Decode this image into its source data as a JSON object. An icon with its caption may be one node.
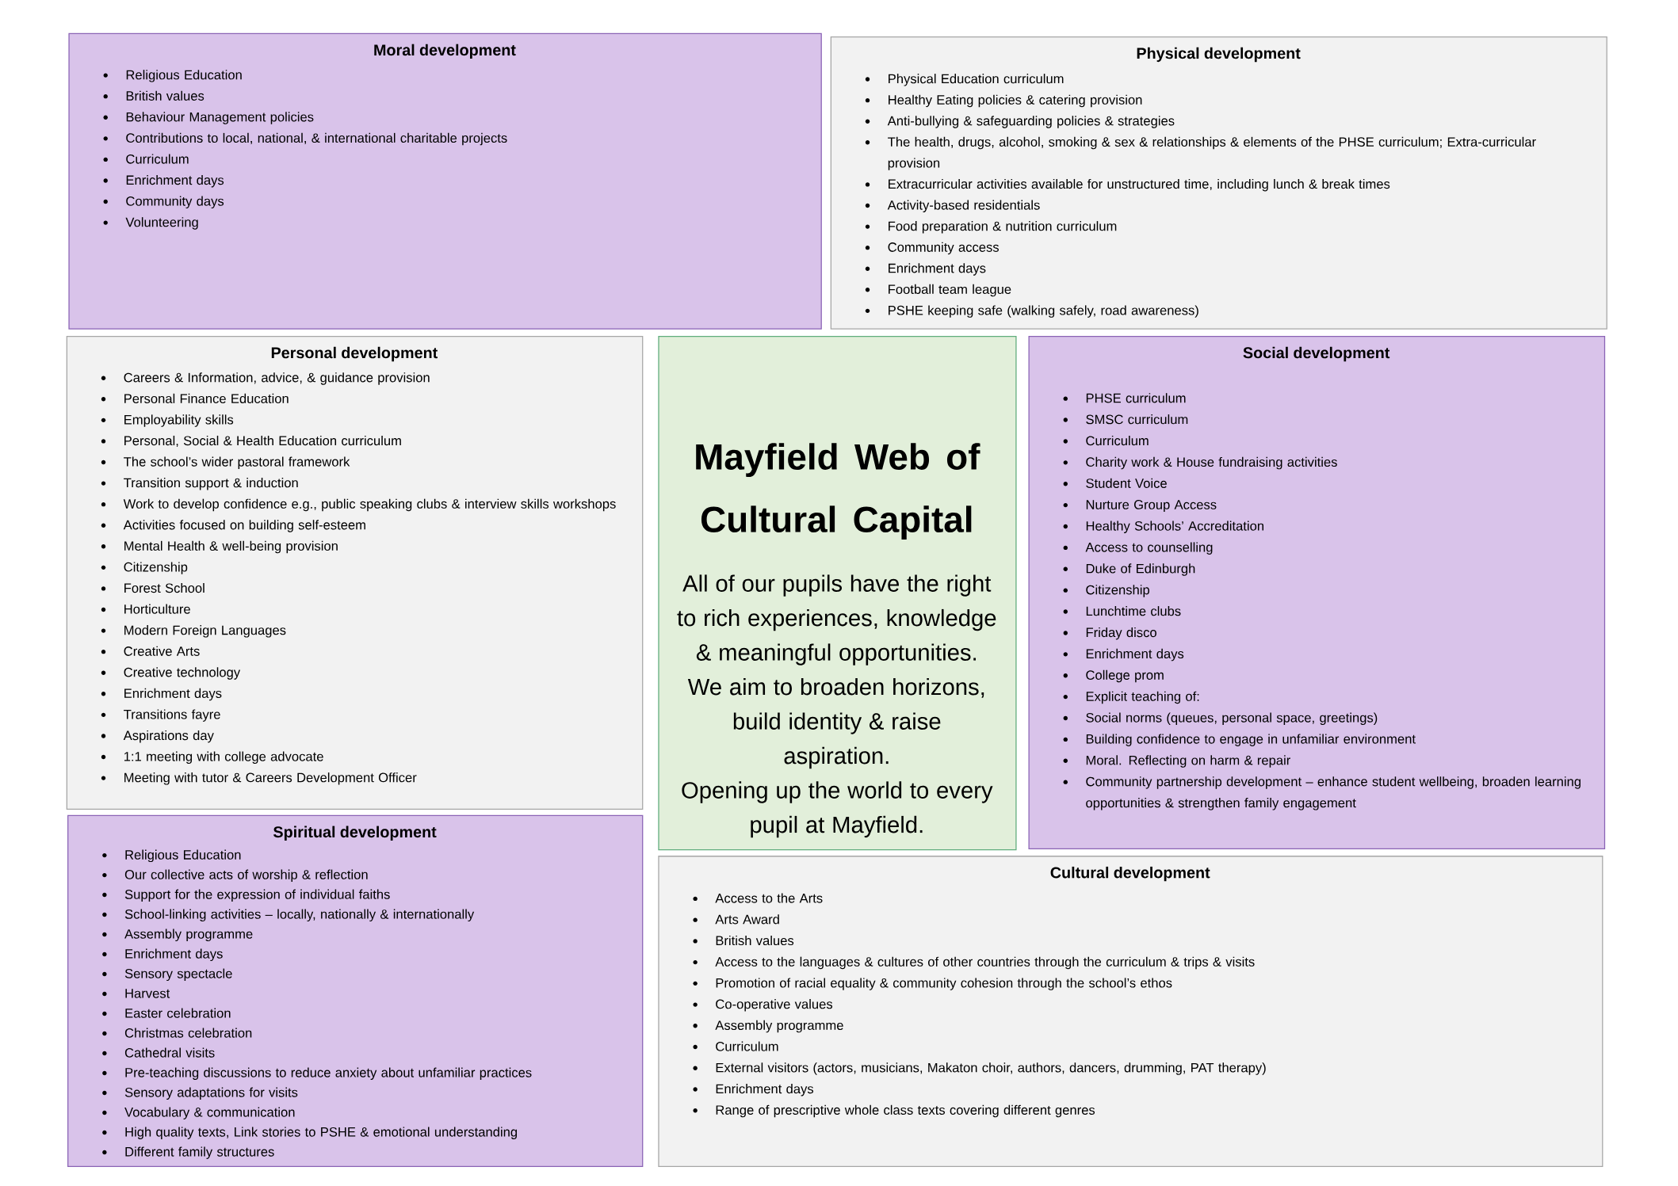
{
  "diagram": {
    "nodes": [
      {
        "text": [
          "Moral development",
          "Religious Education",
          "British values",
          "Behaviour Management policies",
          "Contributions to local, national, & international charitable projects",
          "Curriculum",
          "Enrichment days",
          "Community days",
          "Volunteering"
        ]
      },
      {
        "text": [
          "Physical development",
          "Physical Education curriculum",
          "Healthy Eating policies & catering provision",
          "Anti-bullying & safeguarding policies & strategies",
          "The health, drugs, alcohol, smoking & sex & relationships & elements of the PHSE curriculum; Extra-curricular provision",
          "Extracurricular activities available for unstructured time, including lunch & break times",
          "Activity-based residentials",
          "Food preparation & nutrition curriculum",
          "Community access",
          "Enrichment days",
          "Football team league",
          "PSHE keeping safe (walking safely, road awareness)"
        ]
      },
      {
        "text": [
          "Personal development",
          "Careers & Information, advice, & guidance provision",
          "Personal Finance Education",
          "Employability skills",
          "Personal, Social & Health Education curriculum",
          "The school’s wider pastoral framework",
          "Transition support & induction",
          "Work to develop confidence e.g., public speaking clubs & interview skills workshops",
          "Activities focused on building self-esteem",
          "Mental Health & well-being provision",
          "Citizenship",
          "Forest School",
          "Horticulture",
          "Modern Foreign Languages",
          "Creative Arts",
          "Creative technology",
          "Enrichment days",
          "Transitions fayre",
          "Aspirations day",
          "1:1 meeting with college advocate",
          "Meeting with tutor & Careers Development Officer"
        ]
      },
      {
        "text": [
          "Mayfield Web of Cultural Capital",
          "All of our pupils have the right to rich experiences, knowledge & meaningful opportunities. We aim to broaden horizons, build identity & raise aspiration.",
          "Opening up the world to every pupil at Mayfield."
        ]
      },
      {
        "text": [
          "Social development",
          "PHSE curriculum",
          "SMSC curriculum",
          "Curriculum",
          "Charity work & House fundraising activities",
          "Student Voice",
          "Nurture Group Access",
          "Healthy Schools’ Accreditation",
          "Access to counselling",
          "Duke of Edinburgh",
          "Citizenship",
          "Lunchtime clubs",
          "Friday disco",
          "Enrichment days",
          "College prom",
          "Explicit teaching of:",
          "Social norms (queues, personal space, greetings)",
          "Building confidence to engage in unfamiliar environment",
          "Moral. Reflecting on harm & repair",
          "Community partnership development – enhance student wellbeing, broaden learning opportunities & strengthen family engagement"
        ]
      },
      {
        "text": [
          "Spiritual development",
          "Religious Education",
          "Our collective acts of worship & reflection",
          "Support for the expression of individual faiths",
          "School-linking activities – locally, nationally & internationally",
          "Assembly programme",
          "Enrichment days",
          "Sensory spectacle",
          "Harvest",
          "Easter celebration",
          "Christmas celebration",
          "Cathedral visits",
          "Pre-teaching discussions to reduce anxiety about unfamiliar practices",
          "Sensory adaptations for visits",
          "Vocabulary & communication",
          "High quality texts, Link stories to PSHE & emotional understanding",
          "Different family structures"
        ]
      },
      {
        "text": [
          "Cultural development",
          "Access to the Arts",
          "Arts Award",
          "British values",
          "Access to the languages & cultures of other countries through the curriculum & trips & visits",
          "Promotion of racial equality & community cohesion through the school’s ethos",
          "Co-operative values",
          "Assembly programme",
          "Curriculum",
          "External visitors (actors, musicians, Makaton choir, authors, dancers, drumming, PAT therapy)",
          "Enrichment days",
          "Range of prescriptive whole class texts covering different genres"
        ]
      }
    ]
  }
}
